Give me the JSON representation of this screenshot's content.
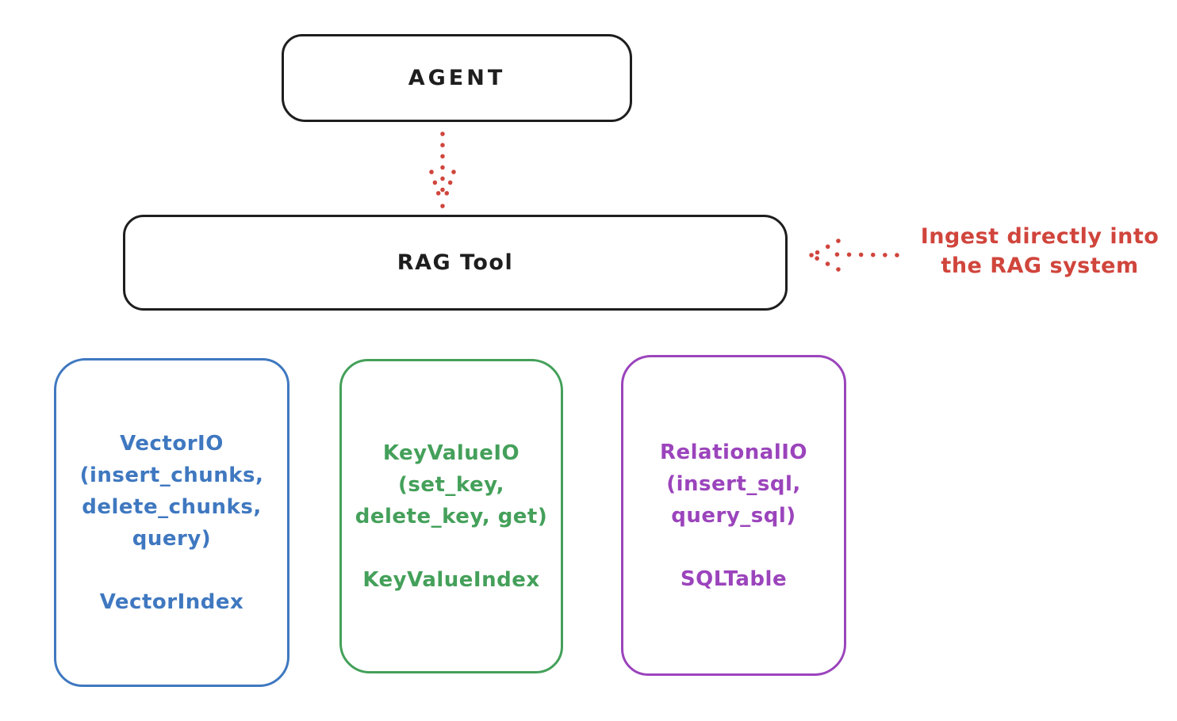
{
  "colors": {
    "stroke": "#1e1e1e",
    "red": "#d0453c",
    "blue": "#3f78c0",
    "green": "#44a05a",
    "purple": "#9b44bc"
  },
  "agent_box": {
    "label": "AGENT"
  },
  "rag_box": {
    "label": "RAG Tool"
  },
  "annotation": {
    "line1": "Ingest directly into",
    "line2": "the RAG system"
  },
  "io_boxes": [
    {
      "id": "vector-io",
      "color": "#3f78c0",
      "lines": [
        "VectorIO",
        "(insert_chunks,",
        "delete_chunks,",
        "query)"
      ],
      "index_label": "VectorIndex"
    },
    {
      "id": "keyvalue-io",
      "color": "#44a05a",
      "lines": [
        "KeyValueIO",
        "(set_key,",
        "delete_key, get)"
      ],
      "index_label": "KeyValueIndex"
    },
    {
      "id": "relational-io",
      "color": "#9b44bc",
      "lines": [
        "RelationalIO",
        "(insert_sql,",
        "query_sql)"
      ],
      "index_label": "SQLTable"
    }
  ]
}
